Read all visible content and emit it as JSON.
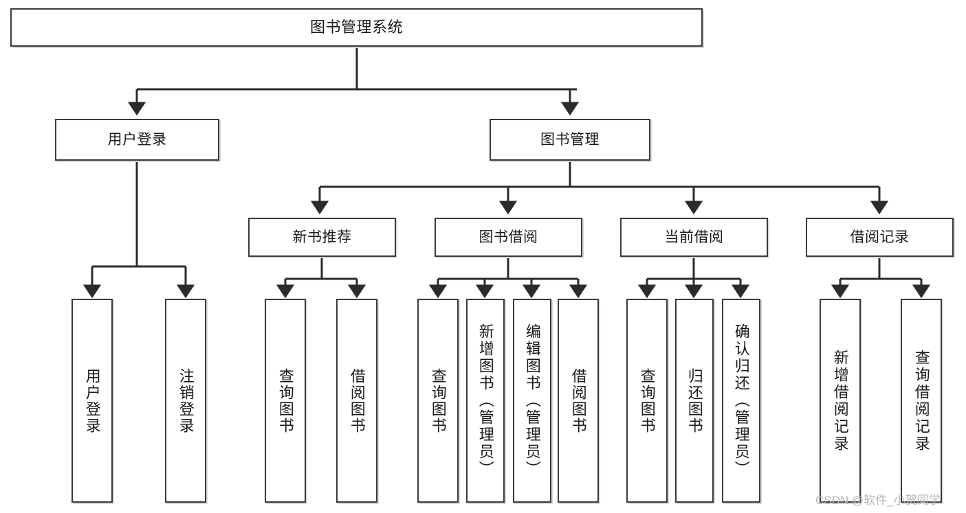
{
  "diagram": {
    "title": "图书管理系统",
    "type": "tree-hierarchy",
    "style": {
      "background": "#ffffff",
      "box_fill": "#ffffff",
      "box_border": "#3a3a3a",
      "edge_color": "#2b2b2b",
      "text_color": "#1a1a1a",
      "shadow": "#d9d9d9"
    },
    "levels": {
      "root": {
        "label": "图书管理系统"
      },
      "level2": [
        {
          "label": "用户登录"
        },
        {
          "label": "图书管理"
        }
      ],
      "level3": [
        {
          "label": "新书推荐"
        },
        {
          "label": "图书借阅"
        },
        {
          "label": "当前借阅"
        },
        {
          "label": "借阅记录"
        }
      ]
    },
    "leaves": {
      "user_login": [
        {
          "label": "用户登录"
        },
        {
          "label": "注销登录"
        }
      ],
      "new_book_recommend": [
        {
          "label": "查询图书"
        },
        {
          "label": "借阅图书"
        }
      ],
      "book_borrow": [
        {
          "label": "查询图书"
        },
        {
          "label": "新增图书（管理员）"
        },
        {
          "label": "编辑图书（管理员）"
        },
        {
          "label": "借阅图书"
        }
      ],
      "current_borrow": [
        {
          "label": "查询图书"
        },
        {
          "label": "归还图书"
        },
        {
          "label": "确认归还（管理员）"
        }
      ],
      "borrow_record": [
        {
          "label": "新增借阅记录"
        },
        {
          "label": "查询借阅记录"
        }
      ]
    }
  },
  "watermark": {
    "text": "CSDN @软件_小贺同学"
  }
}
